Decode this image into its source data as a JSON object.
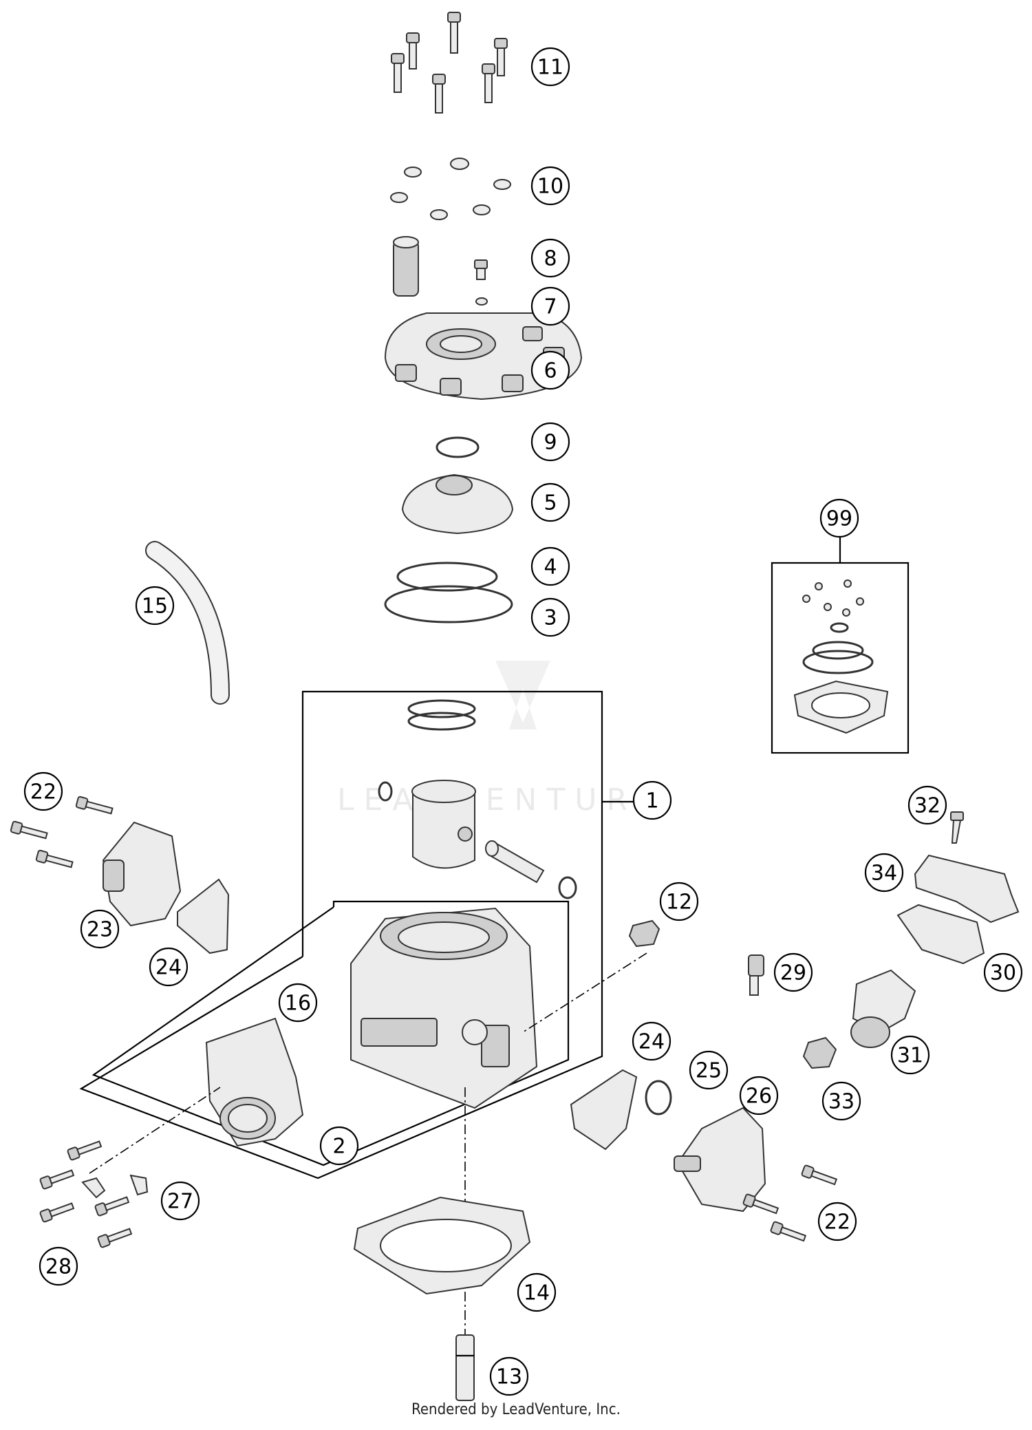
{
  "footer_text": "Rendered by LeadVenture, Inc.",
  "watermark_text": "LEADVENTURE",
  "callouts": [
    {
      "label": "11"
    },
    {
      "label": "10"
    },
    {
      "label": "8"
    },
    {
      "label": "7"
    },
    {
      "label": "6"
    },
    {
      "label": "9"
    },
    {
      "label": "5"
    },
    {
      "label": "4"
    },
    {
      "label": "3"
    },
    {
      "label": "15"
    },
    {
      "label": "99"
    },
    {
      "label": "1"
    },
    {
      "label": "22"
    },
    {
      "label": "23"
    },
    {
      "label": "24"
    },
    {
      "label": "16"
    },
    {
      "label": "12"
    },
    {
      "label": "32"
    },
    {
      "label": "34"
    },
    {
      "label": "30"
    },
    {
      "label": "29"
    },
    {
      "label": "31"
    },
    {
      "label": "33"
    },
    {
      "label": "24"
    },
    {
      "label": "25"
    },
    {
      "label": "26"
    },
    {
      "label": "2"
    },
    {
      "label": "27"
    },
    {
      "label": "28"
    },
    {
      "label": "22"
    },
    {
      "label": "14"
    },
    {
      "label": "13"
    }
  ]
}
